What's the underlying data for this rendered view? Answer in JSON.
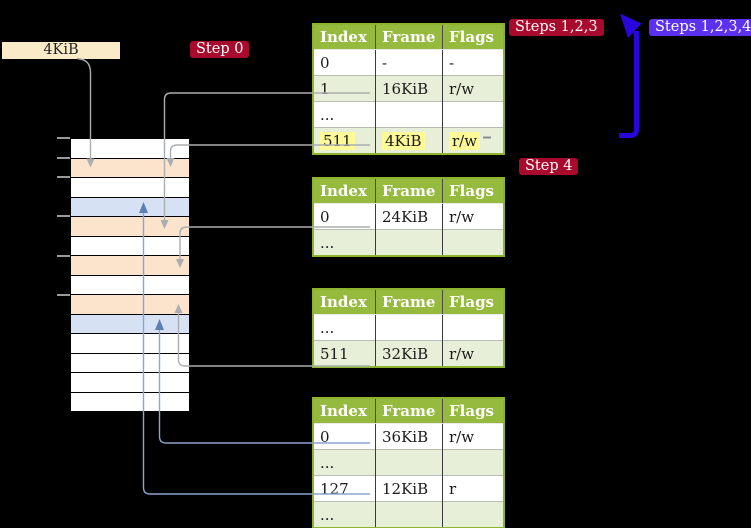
{
  "frame_size_label": "4KiB",
  "badges": {
    "step0": "Step 0",
    "steps123": "Steps 1,2,3",
    "steps1234": "Steps 1,2,3,4",
    "step4": "Step 4"
  },
  "colors": {
    "badge_crimson": "#A80A2E",
    "badge_blueviolet": "#5B30EE",
    "table_header_green": "#96BA3D",
    "table_border_green": "#8CB42E",
    "table_row_green": "#E7EFD8",
    "highlight_yellow": "#FDFA97",
    "memory_orange": "#FCE3CB",
    "memory_blue": "#D6E2F3",
    "frame_label_wheat": "#FAEBC8",
    "gray_line": "#ABAEB0",
    "blue_line": "#8AA6CE",
    "blue_arrowhead": "#5E7DB2",
    "big_blue_arrow": "#2B06DC"
  },
  "memory": {
    "rows": [
      "white",
      "orange",
      "white",
      "blue",
      "orange",
      "white",
      "orange",
      "white",
      "orange",
      "blue",
      "white",
      "white",
      "white",
      "white"
    ],
    "tick_ys": [
      138,
      158,
      177,
      216,
      256,
      295
    ]
  },
  "table_headers": [
    "Index",
    "Frame",
    "Flags"
  ],
  "tables": [
    {
      "id": "ptable-l4",
      "rows": [
        {
          "cells": [
            "0",
            "-",
            "-"
          ],
          "shade": false,
          "highlight": false
        },
        {
          "cells": [
            "1",
            "16KiB",
            "r/w"
          ],
          "shade": true,
          "highlight": false
        },
        {
          "cells": [
            "...",
            "",
            ""
          ],
          "shade": false,
          "highlight": false
        },
        {
          "cells": [
            "511",
            "4KiB",
            "r/w"
          ],
          "shade": true,
          "highlight": true
        }
      ]
    },
    {
      "id": "ptable-l3",
      "rows": [
        {
          "cells": [
            "0",
            "24KiB",
            "r/w"
          ],
          "shade": false,
          "highlight": false
        },
        {
          "cells": [
            "...",
            "",
            ""
          ],
          "shade": true,
          "highlight": false
        }
      ]
    },
    {
      "id": "ptable-l2",
      "rows": [
        {
          "cells": [
            "...",
            "",
            ""
          ],
          "shade": false,
          "highlight": false
        },
        {
          "cells": [
            "511",
            "32KiB",
            "r/w"
          ],
          "shade": true,
          "highlight": false
        }
      ]
    },
    {
      "id": "ptable-l1",
      "rows": [
        {
          "cells": [
            "0",
            "36KiB",
            "r/w"
          ],
          "shade": false,
          "highlight": false
        },
        {
          "cells": [
            "...",
            "",
            ""
          ],
          "shade": true,
          "highlight": false
        },
        {
          "cells": [
            "127",
            "12KiB",
            "r"
          ],
          "shade": false,
          "highlight": false
        },
        {
          "cells": [
            "...",
            "",
            ""
          ],
          "shade": true,
          "highlight": false
        }
      ]
    }
  ]
}
